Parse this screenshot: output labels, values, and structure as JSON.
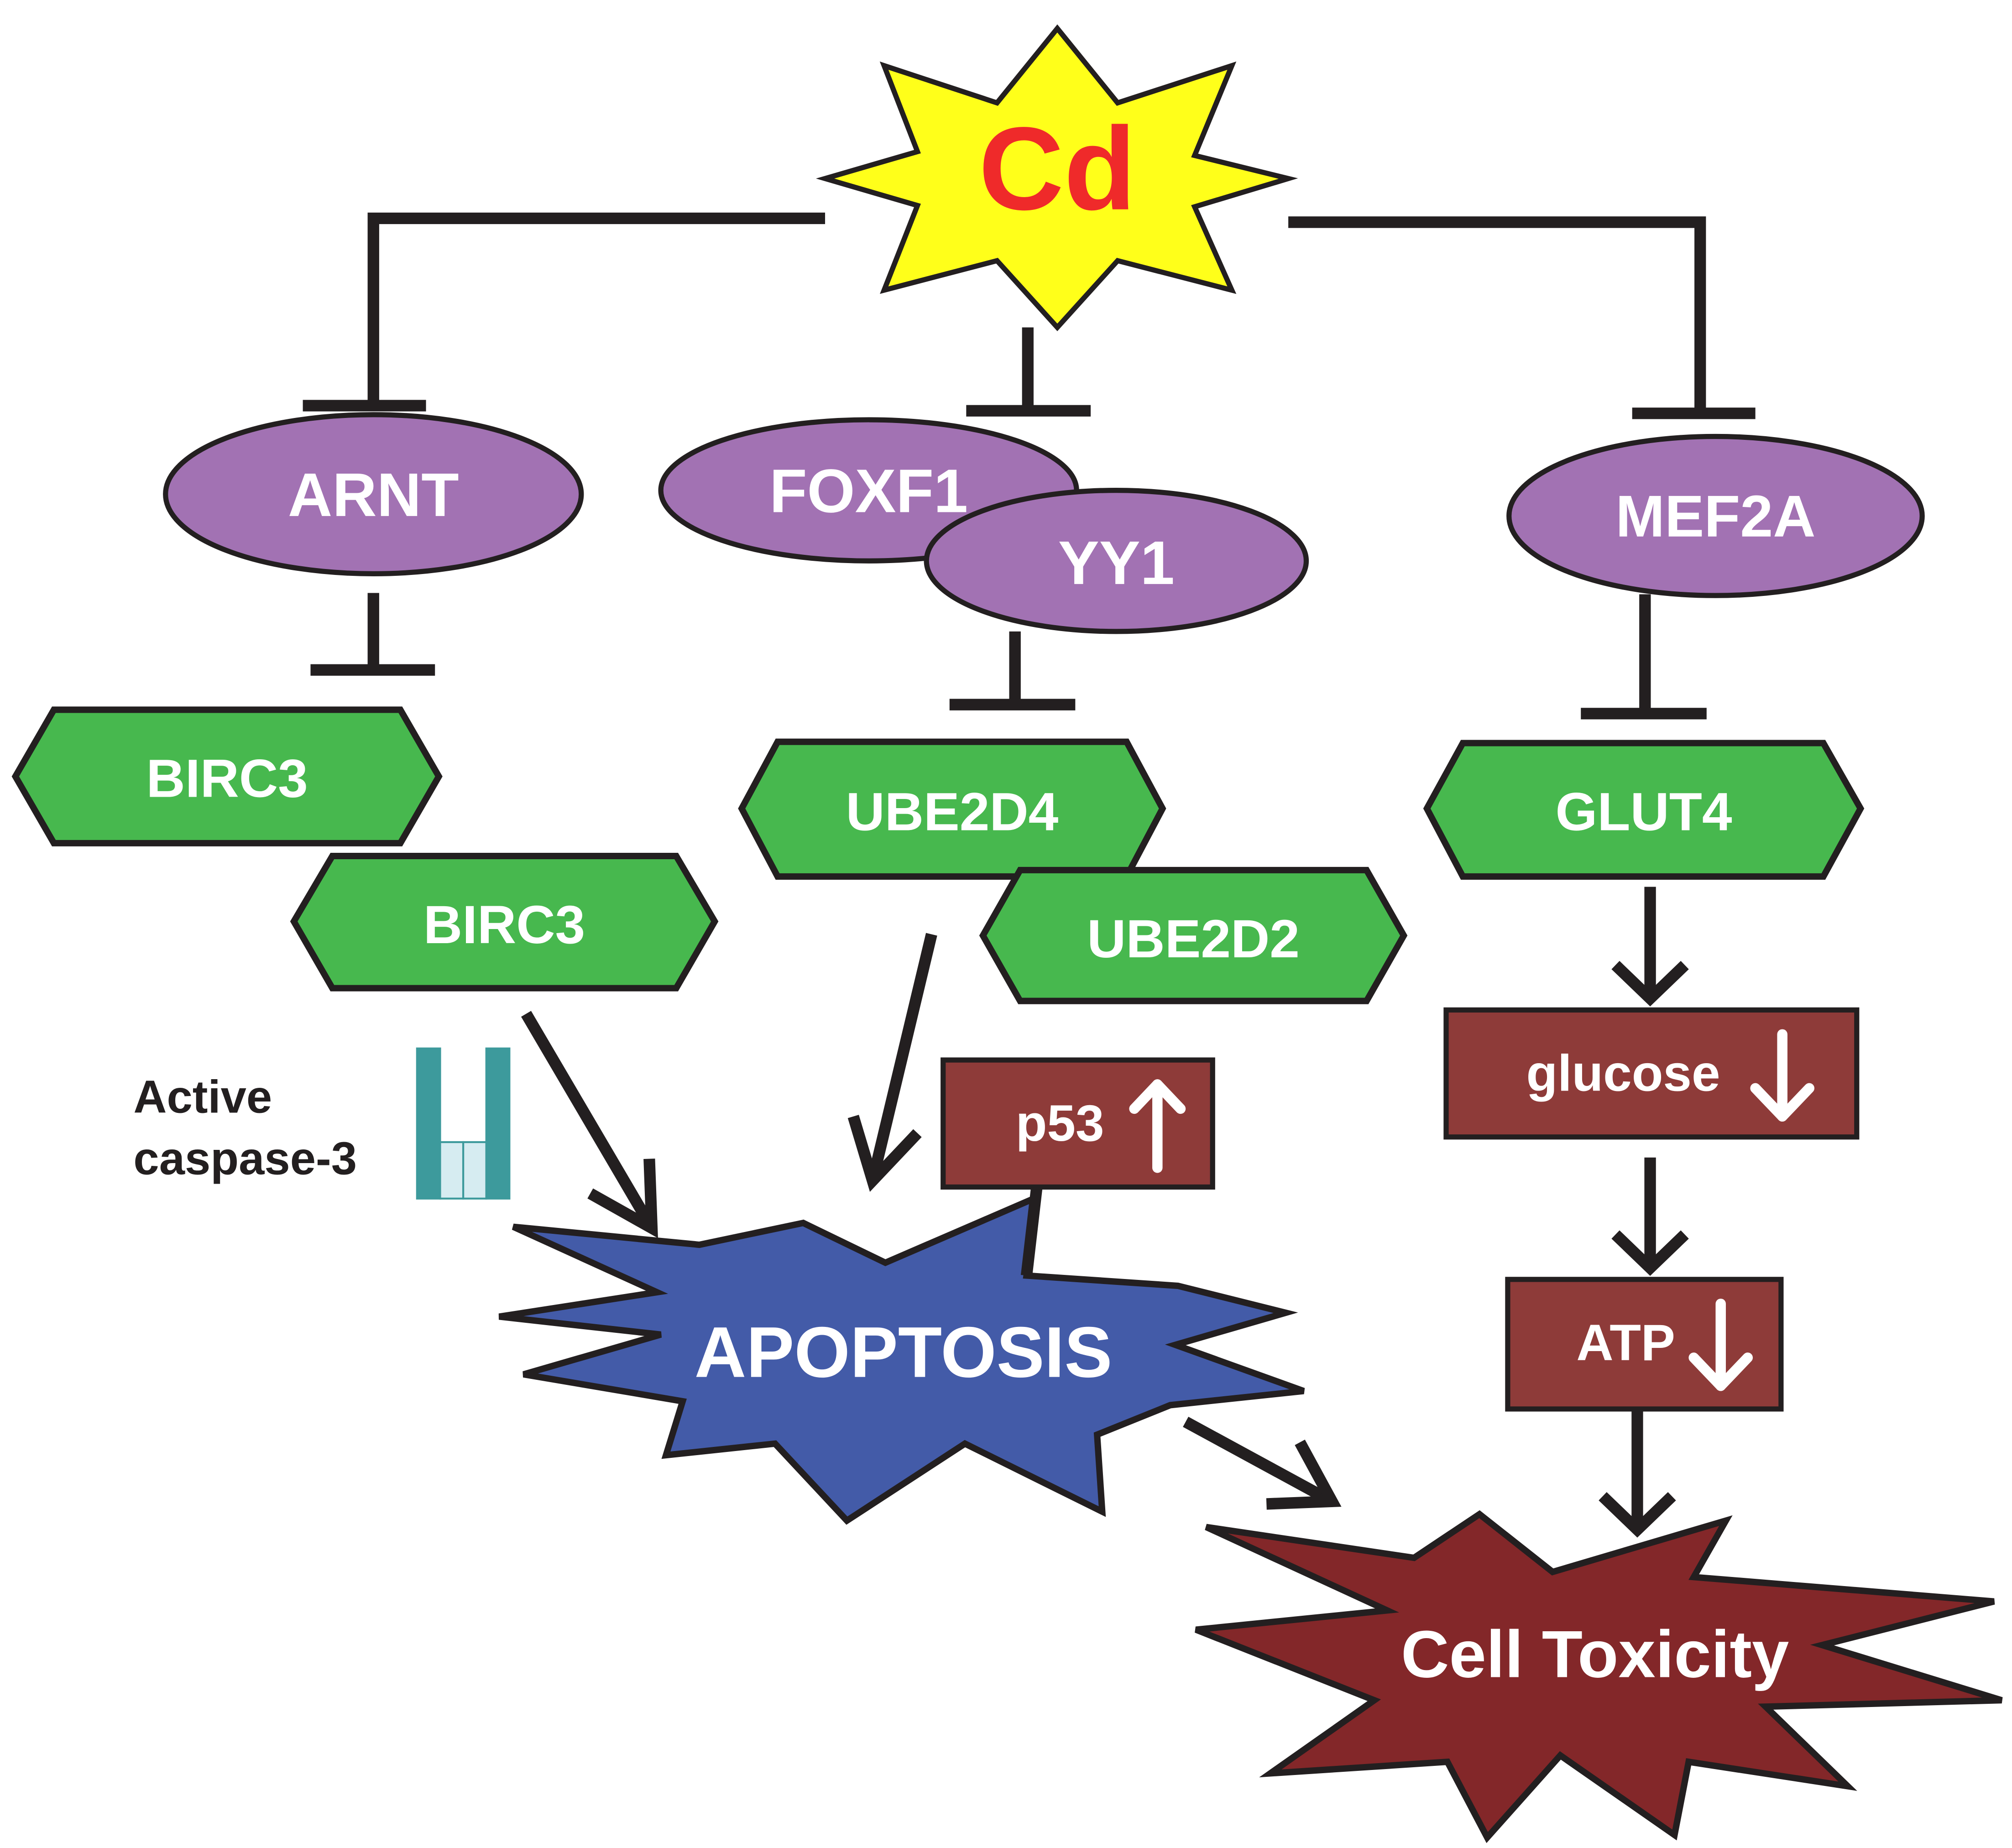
{
  "colors": {
    "star": "#ffff1a",
    "star_text": "#ef2a2a",
    "ellipse": "#a272b3",
    "hexagon": "#47b84e",
    "box": "#8e3b39",
    "apoptosis": "#435ba8",
    "toxicity": "#832729",
    "line": "#231f20",
    "caspase_dark": "#3d9a9c",
    "caspase_light": "#d6ecf1",
    "text_light": "#ffffff",
    "text_dark": "#231f20"
  },
  "diagram": {
    "cd_label": "Cd",
    "transcription_factors": {
      "arnt": "ARNT",
      "foxf1": "FOXF1",
      "yy1": "YY1",
      "mef2a": "MEF2A"
    },
    "genes": {
      "birc3_top": "BIRC3",
      "birc3_bottom": "BIRC3",
      "ube2d4": "UBE2D4",
      "ube2d2": "UBE2D2",
      "glut4": "GLUT4"
    },
    "boxes": {
      "p53": "p53",
      "glucose": "glucose",
      "atp": "ATP"
    },
    "caspase_label_line1": "Active",
    "caspase_label_line2": "caspase-3",
    "caspase_bar_icon": "bar-chart-icon",
    "apoptosis_label": "APOPTOSIS",
    "cell_toxicity_label": "Cell Toxicity",
    "up_arrow_icon": "up-arrow-icon",
    "down_arrow_icon": "down-arrow-icon"
  }
}
